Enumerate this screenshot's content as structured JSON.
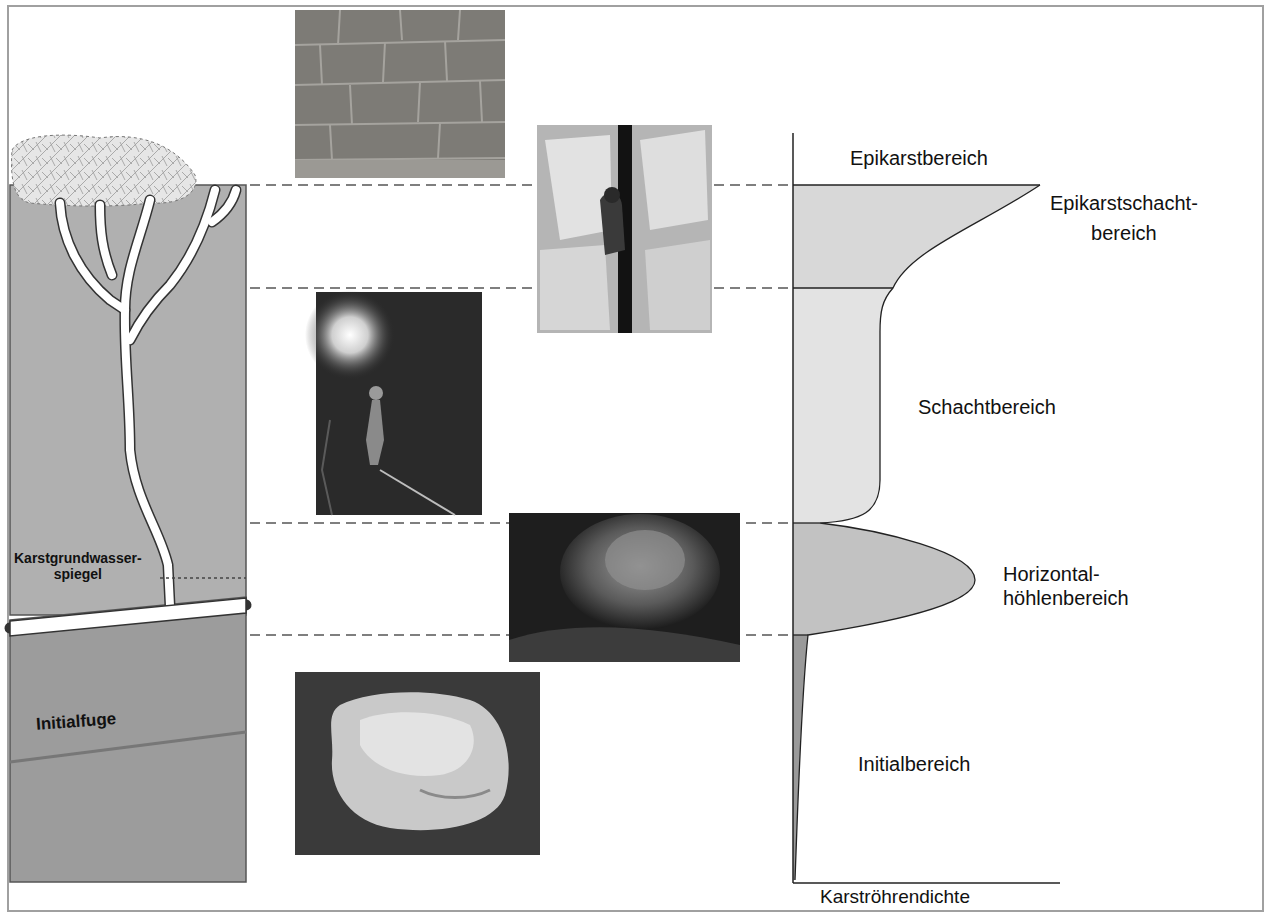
{
  "diagram": {
    "labels": [
      "Karstgrundwasser- spiegel",
      "Initialfuge",
      "Epikarstbereich",
      "Epikarstschacht- bereich",
      "Schachtbereich",
      "Horizontal- höhlenbereich",
      "Initialbereich",
      "Karströhrendichte"
    ]
  }
}
